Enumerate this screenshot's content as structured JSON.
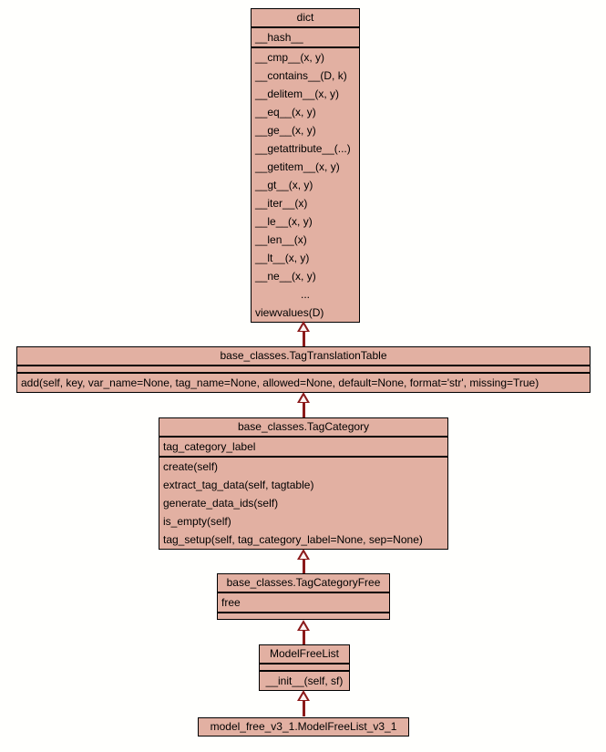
{
  "diagram": {
    "title": "UML class hierarchy diagram",
    "type": "uml-class-inheritance",
    "background_color": "#fffffd",
    "class_fill_color": "#e2b0a2",
    "class_border_color": "#000000",
    "edge_color": "#8b1a1a",
    "arrow_style": "hollow-triangle-inheritance"
  },
  "classes": [
    {
      "id": "dict",
      "name": "dict",
      "attributes": [
        "__hash__"
      ],
      "methods": [
        "__cmp__(x, y)",
        "__contains__(D, k)",
        "__delitem__(x, y)",
        "__eq__(x, y)",
        "__ge__(x, y)",
        "__getattribute__(...)",
        "__getitem__(x, y)",
        "__gt__(x, y)",
        "__iter__(x)",
        "__le__(x, y)",
        "__len__(x)",
        "__lt__(x, y)",
        "__ne__(x, y)",
        "...",
        "viewvalues(D)"
      ]
    },
    {
      "id": "tagtranslationtable",
      "name": "base_classes.TagTranslationTable",
      "attributes": [],
      "methods": [
        "add(self, key, var_name=None, tag_name=None, allowed=None, default=None, format='str', missing=True)"
      ]
    },
    {
      "id": "tagcategory",
      "name": "base_classes.TagCategory",
      "attributes": [
        "tag_category_label"
      ],
      "methods": [
        "create(self)",
        "extract_tag_data(self, tagtable)",
        "generate_data_ids(self)",
        "is_empty(self)",
        "tag_setup(self, tag_category_label=None, sep=None)"
      ]
    },
    {
      "id": "tagcategoryfree",
      "name": "base_classes.TagCategoryFree",
      "attributes": [
        "free"
      ],
      "methods": []
    },
    {
      "id": "modelfreelist",
      "name": "ModelFreeList",
      "attributes": [],
      "methods": [
        "__init__(self, sf)"
      ]
    },
    {
      "id": "modelfreelist_v3_1",
      "name": "model_free_v3_1.ModelFreeList_v3_1",
      "attributes": [],
      "methods": []
    }
  ],
  "edges": [
    {
      "from": "tagtranslationtable",
      "to": "dict",
      "kind": "inheritance"
    },
    {
      "from": "tagcategory",
      "to": "tagtranslationtable",
      "kind": "inheritance"
    },
    {
      "from": "tagcategoryfree",
      "to": "tagcategory",
      "kind": "inheritance"
    },
    {
      "from": "modelfreelist",
      "to": "tagcategoryfree",
      "kind": "inheritance"
    },
    {
      "from": "modelfreelist_v3_1",
      "to": "modelfreelist",
      "kind": "inheritance"
    }
  ]
}
